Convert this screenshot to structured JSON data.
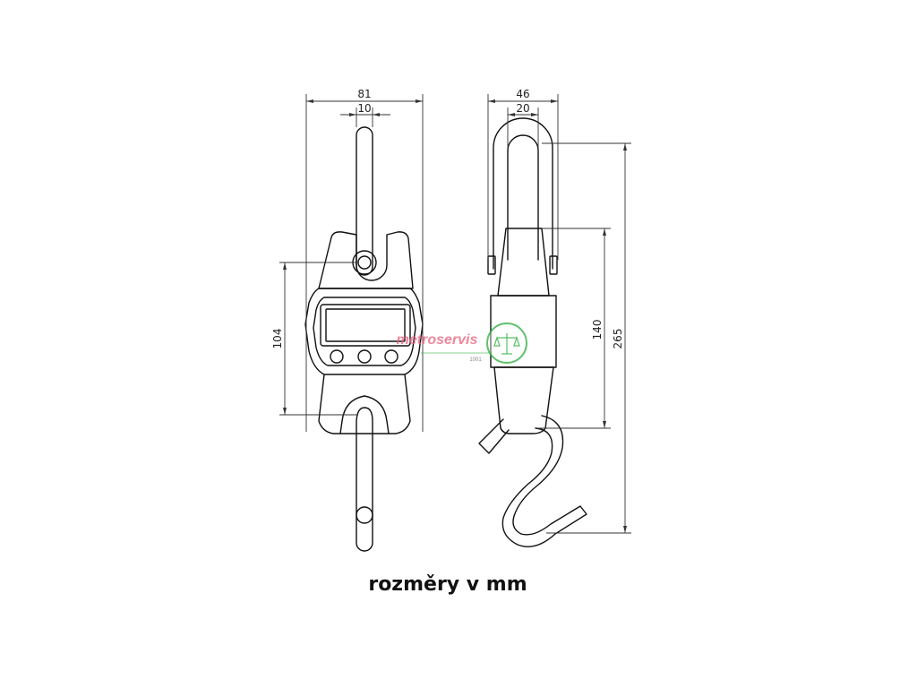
{
  "dimensions": {
    "width_total": "81",
    "hook_width": "10",
    "side_width": "46",
    "side_inner": "20",
    "body_height": "104",
    "side_body_height": "140",
    "total_height": "265"
  },
  "caption": "rozměry v mm",
  "watermark": {
    "brand": "metroservis",
    "brand_color": "#e8607a",
    "emblem_color": "#3cb44a",
    "small": "1001"
  },
  "colors": {
    "line": "#111111",
    "dim_line": "#333333",
    "background": "#ffffff"
  }
}
